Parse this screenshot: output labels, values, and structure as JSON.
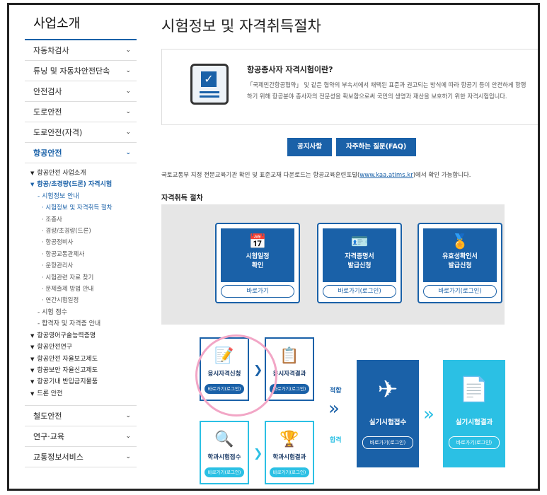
{
  "sidebar": {
    "title": "사업소개",
    "items_top": [
      {
        "label": "자동차검사"
      },
      {
        "label": "튜닝 및 자동차안전단속"
      },
      {
        "label": "안전검사"
      },
      {
        "label": "도로안전"
      },
      {
        "label": "도로안전(자격)"
      },
      {
        "label": "항공안전"
      }
    ],
    "sub": {
      "l1_first": "항공안전 사업소개",
      "l1_active": "항공/초경량(드론) 자격시험",
      "l2_active": "- 시험정보 안내",
      "l3": [
        "· 시험정보 및 자격취득 절차",
        "· 조종사",
        "· 경량/초경량(드론)",
        "· 항공정비사",
        "· 항공교통관제사",
        "· 운항관리사",
        "· 시험관련 자료 찾기",
        "· 문제출제 방법 안내",
        "· 연간시험일정"
      ],
      "l2_more": [
        "- 시험 접수",
        "- 합격자 및 자격증 안내"
      ],
      "l1_rest": [
        "항공영어구술능력증명",
        "항공안전연구",
        "항공안전 자율보고제도",
        "항공보안 자율신고제도",
        "항공기내 반입금지물품",
        "드론 안전"
      ]
    },
    "items_bottom": [
      {
        "label": "철도안전"
      },
      {
        "label": "연구·교육"
      },
      {
        "label": "교통정보서비스"
      }
    ]
  },
  "main": {
    "title": "시험정보 및 자격취득절차",
    "info_heading": "항공종사자 자격시험이란?",
    "info_text": "「국제민간항공협약」 및 같은 협약의 부속서에서 채택된 표준과 권고되는 방식에 따라 항공기 등이 안전하게 항행하기 위해 항공분야 종사자의 전문성을 확보함으로써 국민의 생명과 재산을 보호하기 위한 자격시험입니다.",
    "buttons": [
      "공지사항",
      "자주하는 질문(FAQ)"
    ],
    "note_prefix": "국토교통부 지정 전문교육기관 확인 및 표준교재 다운로드는 항공교육훈련포털(",
    "note_link": "www.kaa.atims.kr",
    "note_suffix": ")에서 확인 가능합니다.",
    "section_label": "자격취득 절차",
    "cards": [
      {
        "title_1": "시험일정",
        "title_2": "확인",
        "button": "바로가기"
      },
      {
        "title_1": "자격증명서",
        "title_2": "발급신청",
        "button": "바로가기(로그인)"
      },
      {
        "title_1": "유효성확인서",
        "title_2": "발급신청",
        "button": "바로가기(로그인)"
      }
    ],
    "flow": {
      "apply": {
        "title": "응시자격신청",
        "button": "바로가기(로그인)"
      },
      "apply_result": {
        "title": "응시자격결과",
        "button": "바로가기(로그인)"
      },
      "academic": {
        "title": "학과시험접수",
        "button": "바로가기(로그인)"
      },
      "academic_result": {
        "title": "학과시험결과",
        "button": "바로가기(로그인)"
      },
      "pass_label": "적합",
      "pass_label_2": "합격",
      "practical": {
        "title": "실기시험접수",
        "button": "바로가기(로그인)"
      },
      "practical_result": {
        "title": "실기시험결과",
        "button": "바로가기(로그인)"
      }
    }
  },
  "colors": {
    "primary": "#1a61a8",
    "teal": "#2bc0e4",
    "highlight": "#f2a6c6"
  }
}
